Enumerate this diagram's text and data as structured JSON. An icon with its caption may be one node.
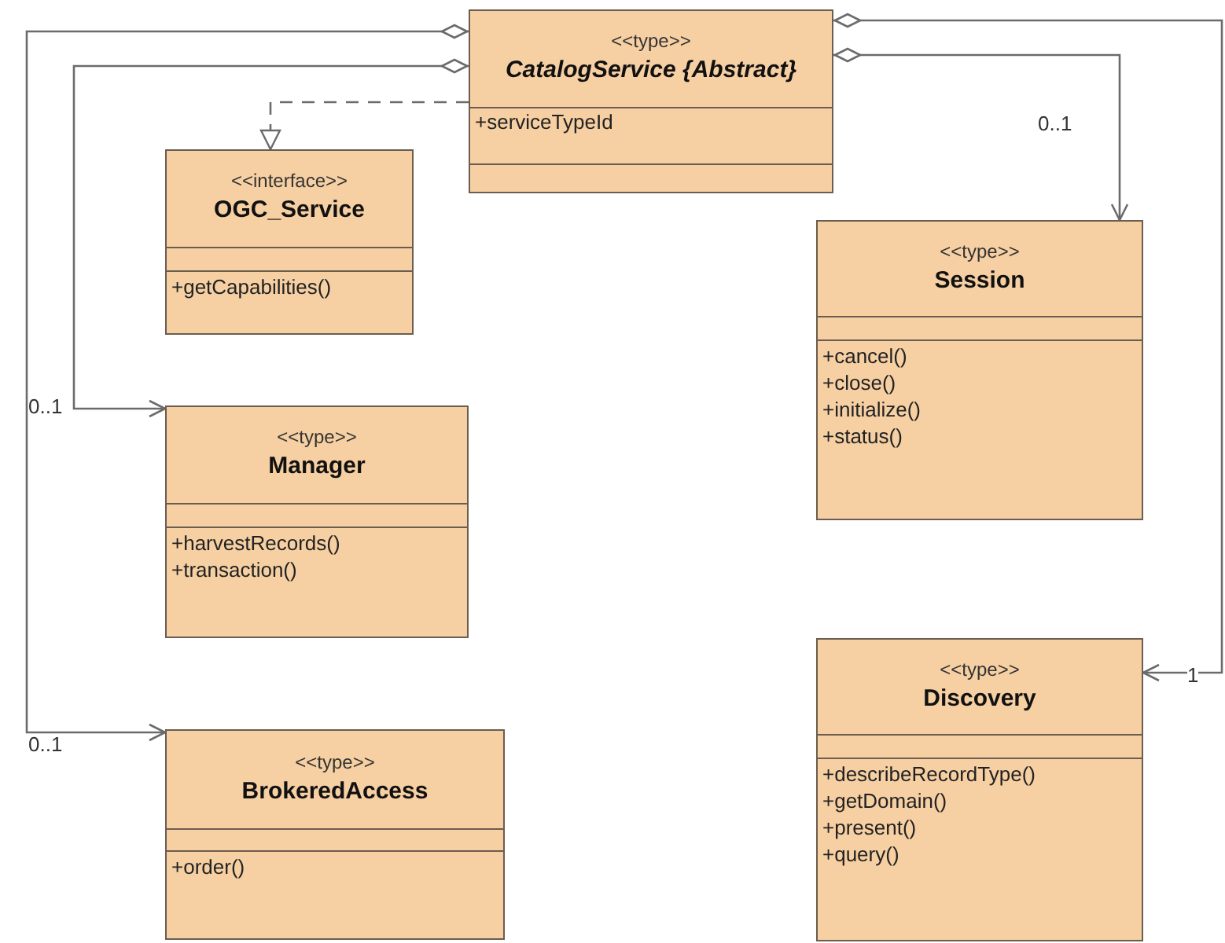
{
  "diagram": {
    "nodes": [
      {
        "text": [
          "<<type>>",
          "CatalogService {Abstract}",
          "+serviceTypeId"
        ]
      },
      {
        "text": [
          "<<interface>>",
          "OGC_Service",
          "+getCapabilities()"
        ]
      },
      {
        "text": [
          "<<type>>",
          "Session",
          "+cancel()",
          "+close()",
          "+initialize()",
          "+status()"
        ]
      },
      {
        "text": [
          "<<type>>",
          "Manager",
          "+harvestRecords()",
          "+transaction()"
        ]
      },
      {
        "text": [
          "<<type>>",
          "Discovery",
          "+describeRecordType()",
          "+getDomain()",
          "+present()",
          "+query()"
        ]
      },
      {
        "text": [
          "<<type>>",
          "BrokeredAccess",
          "+order()"
        ]
      }
    ],
    "edges": [
      {
        "from": 0,
        "to": 1,
        "arrow": "to",
        "style": "dashed"
      },
      {
        "from": 0,
        "to": 3,
        "arrow": "to",
        "label": "0..1"
      },
      {
        "from": 0,
        "to": 5,
        "arrow": "to",
        "label": "0..1"
      },
      {
        "from": 0,
        "to": 2,
        "arrow": "to",
        "label": "0..1"
      },
      {
        "from": 0,
        "to": 4,
        "arrow": "to",
        "label": "1"
      }
    ]
  }
}
